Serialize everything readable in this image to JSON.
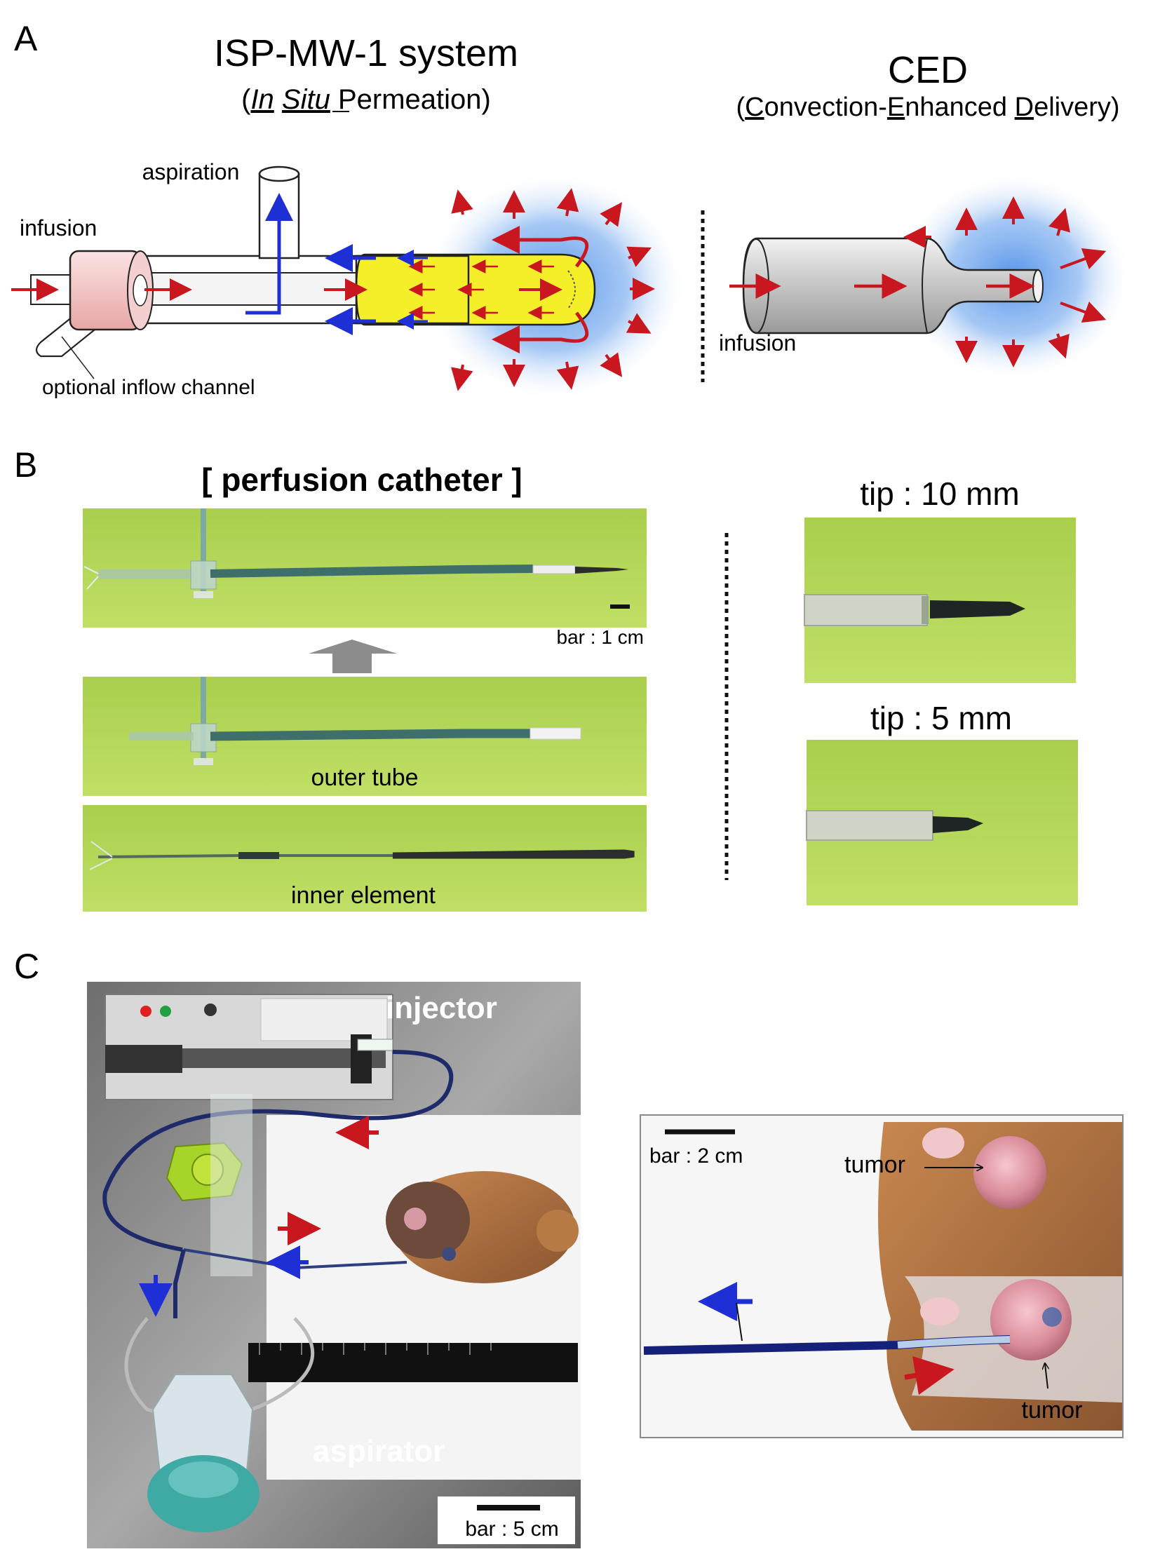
{
  "panel_a": {
    "letter": "A",
    "isp_title": "ISP-MW-1 system",
    "isp_sub_open": "(",
    "isp_sub_in": "In",
    "isp_sub_situ": "Situ",
    "isp_sub_perm": "Permeation",
    "isp_sub_close": ")",
    "ced_title": "CED",
    "ced_sub_open": "(",
    "ced_sub_c": "C",
    "ced_sub_onvection": "onvection-",
    "ced_sub_e": "E",
    "ced_sub_nhanced": "nhanced ",
    "ced_sub_d": "D",
    "ced_sub_elivery": "elivery",
    "ced_sub_close": ")",
    "label_aspiration": "aspiration",
    "label_infusion": "infusion",
    "label_optional": "optional inflow channel",
    "label_ced_infusion": "infusion"
  },
  "panel_b": {
    "letter": "B",
    "title": "[ perfusion catheter ]",
    "bar": "bar : 1 cm",
    "outer": "outer tube",
    "inner": "inner element",
    "tip10": "tip : 10 mm",
    "tip5": "tip : 5 mm"
  },
  "panel_c": {
    "letter": "C",
    "injector": "injector",
    "aspirator": "aspirator",
    "bar5": "bar : 5 cm",
    "bar2": "bar : 2 cm",
    "tumor1": "tumor",
    "tumor2": "tumor"
  },
  "colors": {
    "red_arrow": "#c8171e",
    "blue_arrow": "#1f2fd6",
    "catheter_yellow": "#f5ef2a",
    "photo_green": "#b5d957",
    "glow": "#6fa6ee"
  }
}
